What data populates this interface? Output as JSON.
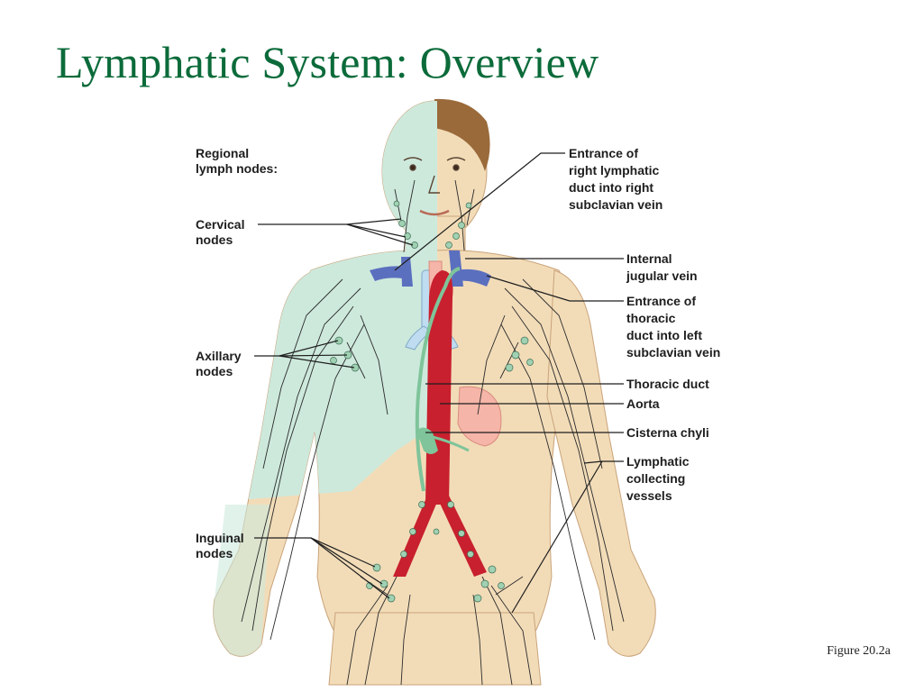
{
  "slide": {
    "title": "Lymphatic System: Overview",
    "caption": "Figure 20.2a"
  },
  "diagram": {
    "heading": [
      "Regional",
      "lymph nodes:"
    ],
    "labels": {
      "cervical": [
        "Cervical",
        "nodes"
      ],
      "axillary": [
        "Axillary",
        "nodes"
      ],
      "inguinal": [
        "Inguinal",
        "nodes"
      ],
      "right_lymphatic_entrance": [
        "Entrance of",
        "right lymphatic",
        "duct into right",
        "subclavian vein"
      ],
      "internal_jugular": [
        "Internal",
        "jugular vein"
      ],
      "thoracic_entrance": [
        "Entrance of",
        "thoracic",
        "duct into left",
        "subclavian vein"
      ],
      "thoracic_duct": [
        "Thoracic duct"
      ],
      "aorta": [
        "Aorta"
      ],
      "cisterna_chyli": [
        "Cisterna chyli"
      ],
      "collecting_vessels": [
        "Lymphatic",
        "collecting",
        "vessels"
      ]
    }
  },
  "colors": {
    "title": "#0b6b3a",
    "skin": "#f2dcb8",
    "drained_region": "#cde9dc",
    "aorta": "#c8202e",
    "vein": "#5b6fbf",
    "node": "#9fd1b2"
  }
}
